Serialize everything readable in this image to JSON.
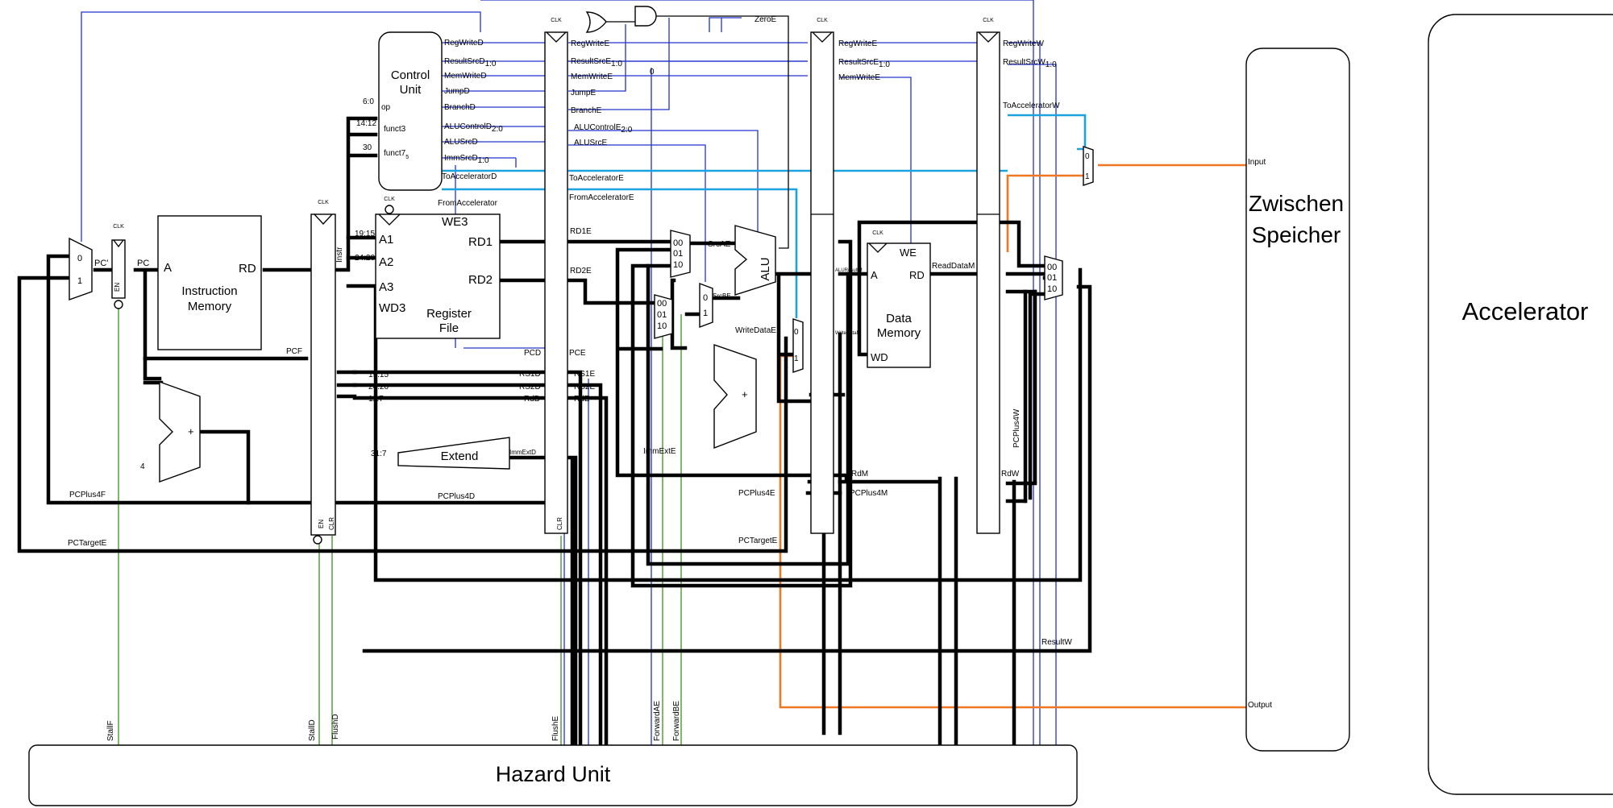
{
  "blocks": {
    "control_unit": "Control\nUnit",
    "instruction_memory": "Instruction\nMemory",
    "register_file": "Register\nFile",
    "extend": "Extend",
    "alu": "ALU",
    "data_memory": "Data\nMemory",
    "hazard_unit": "Hazard Unit",
    "zwischen_speicher": "Zwischen\nSpeicher",
    "accelerator": "Accelerator"
  },
  "ports": {
    "pc": "PC",
    "pc_prime": "PC'",
    "a": "A",
    "rd": "RD",
    "a1": "A1",
    "a2": "A2",
    "a3": "A3",
    "wd3": "WD3",
    "we3": "WE3",
    "rd1": "RD1",
    "rd2": "RD2",
    "we": "WE",
    "wd": "WD",
    "op": "op",
    "funct3": "funct3",
    "funct7": "funct7",
    "funct7_sub": "5",
    "clk": "CLK",
    "en": "EN",
    "clr": "CLR",
    "input": "Input",
    "output": "Output",
    "mux_0": "0",
    "mux_1": "1",
    "mux_00": "00",
    "mux_01": "01",
    "mux_10": "10",
    "plus": "+",
    "four": "4",
    "zero_const": "0"
  },
  "fields": {
    "op": "6:0",
    "funct3": "14:12",
    "funct7": "30",
    "rs1": "19:15",
    "rs2": "24:20",
    "rd": "11:7",
    "imm": "31:7"
  },
  "signals": {
    "reg_write_d": "RegWriteD",
    "result_src_d": "ResultSrcD",
    "mem_write_d": "MemWriteD",
    "jump_d": "JumpD",
    "branch_d": "BranchD",
    "alu_control_d": "ALUControlD",
    "alu_src_d": "ALUSrcD",
    "imm_src_d": "ImmSrcD",
    "to_accelerator_d": "ToAcceleratorD",
    "from_accelerator": "FromAccelerator",
    "reg_write_e": "RegWriteE",
    "result_src_e": "ResultSrcE",
    "mem_write_e": "MemWriteE",
    "jump_e": "JumpE",
    "branch_e": "BranchE",
    "alu_control_e": "ALUControlE",
    "alu_src_e": "ALUSrcE",
    "to_accelerator_e": "ToAcceleratorE",
    "from_accelerator_e": "FromAcceleratorE",
    "zero_e": "ZeroE",
    "reg_write_m": "RegWriteE",
    "result_src_m": "ResultSrcE",
    "mem_write_m": "MemWriteE",
    "reg_write_w": "RegWriteW",
    "result_src_w": "ResultSrcW",
    "to_accelerator_w": "ToAcceleratorW",
    "sub_1_0": "1:0",
    "sub_2_0": "2:0",
    "rd1e": "RD1E",
    "rd2e": "RD2E",
    "src_ae": "SrcAE",
    "src_be": "SrcBE",
    "write_data_e": "WriteDataE",
    "alu_result_m": "ALUResultM",
    "write_data_m": "WriteDataM",
    "read_data_m": "ReadDataM",
    "instr": "Instr",
    "pcf": "PCF",
    "pcd": "PCD",
    "pce": "PCE",
    "rs1d": "RS1D",
    "rs2d": "RS2D",
    "rdd": "RdD",
    "rs1e": "RS1E",
    "rs2e": "RS2E",
    "rde": "RdE",
    "imm_ext_d": "ImmExtD",
    "imm_ext_e": "ImmExtE",
    "pc_plus4f": "PCPlus4F",
    "pc_plus4d": "PCPlus4D",
    "pc_plus4e": "PCPlus4E",
    "pc_plus4m": "PCPlus4M",
    "pc_plus4w": "PCPlus4W",
    "pc_target_e_bot": "PCTargetE",
    "pc_target_e_mid": "PCTargetE",
    "rdm": "RdM",
    "rdw": "RdW",
    "result_w": "ResultW",
    "stall_f": "StallF",
    "stall_d": "StallD",
    "flush_d": "FlushD",
    "flush_e": "FlushE",
    "forward_ae": "ForwardAE",
    "forward_be": "ForwardBE"
  },
  "colors": {
    "wire": "#000000",
    "control": "#2233cc",
    "accel": "#1aa3dd",
    "hazard": "#4a9a2a",
    "io": "#ee7722"
  }
}
